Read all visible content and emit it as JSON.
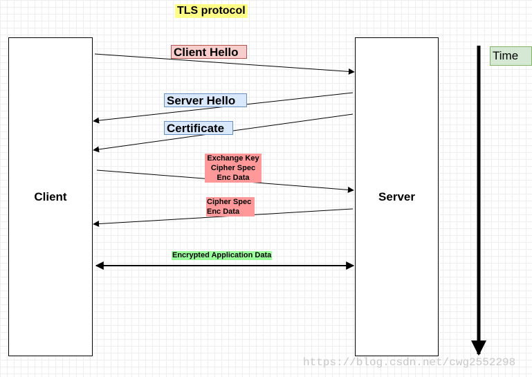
{
  "title": "TLS protocol",
  "client_label": "Client",
  "server_label": "Server",
  "time_label": "Time",
  "messages": {
    "client_hello": "Client Hello",
    "server_hello": "Server Hello",
    "certificate": "Certificate",
    "exchange_key": [
      "Exchange Key",
      "Cipher Spec",
      "Enc Data"
    ],
    "cipher_spec": [
      "Cipher Spec",
      "Enc Data"
    ],
    "app_data": "Encrypted Application Data"
  },
  "watermark": "https://blog.csdn.net/cwg2552298",
  "colors": {
    "title_bg": "#ffff88",
    "client_hello_bg": "#f8cecc",
    "client_hello_border": "#b85450",
    "server_hello_bg": "#dae8fc",
    "server_hello_border": "#6c8ebf",
    "exchange_bg": "#ff9999",
    "app_data_bg": "#99ff99",
    "time_bg": "#d5e8d4",
    "time_border": "#82b366"
  }
}
